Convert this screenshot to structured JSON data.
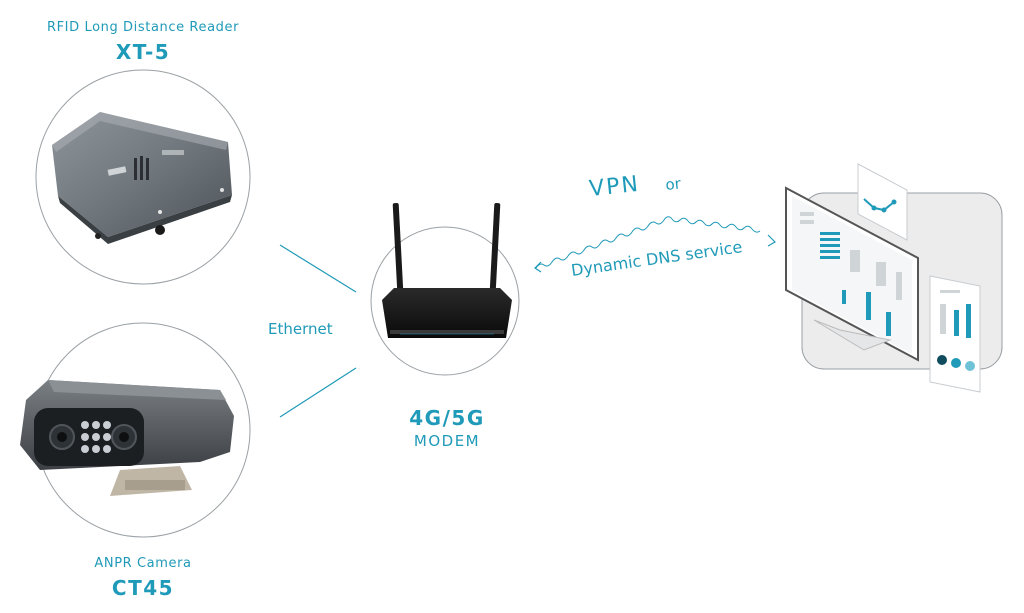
{
  "rfid": {
    "subtitle": "RFID Long Distance Reader",
    "model": "XT-5"
  },
  "anpr": {
    "subtitle": "ANPR Camera",
    "model": "CT45"
  },
  "modem": {
    "title": "4G/5G",
    "subtitle": "MODEM"
  },
  "link": {
    "ethernet_label": "Ethernet",
    "vpn_label": "VPN",
    "or_label": "or",
    "ddns_label": "Dynamic DNS service"
  },
  "colors": {
    "accent": "#1f9ab8",
    "circle_border": "#9aa0a4",
    "panel_bg": "#ececec"
  },
  "icons": [
    "rfid-reader-icon",
    "anpr-camera-icon",
    "router-icon",
    "dashboard-monitor-icon",
    "chart-card-icon",
    "report-sheet-icon"
  ]
}
